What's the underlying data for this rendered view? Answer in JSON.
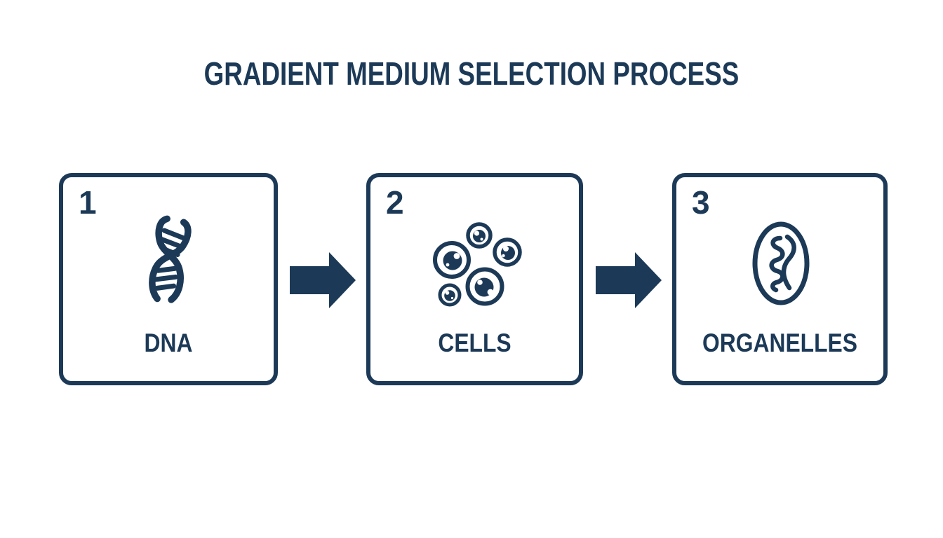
{
  "title": "GRADIENT MEDIUM SELECTION PROCESS",
  "colors": {
    "navy": "#1c3a57",
    "background": "#ffffff"
  },
  "steps": [
    {
      "number": "1",
      "label": "DNA",
      "icon": "dna-helix-icon"
    },
    {
      "number": "2",
      "label": "CELLS",
      "icon": "cells-cluster-icon"
    },
    {
      "number": "3",
      "label": "ORGANELLES",
      "icon": "mitochondrion-icon"
    }
  ],
  "connectors": [
    {
      "type": "arrow-right"
    },
    {
      "type": "arrow-right"
    }
  ]
}
